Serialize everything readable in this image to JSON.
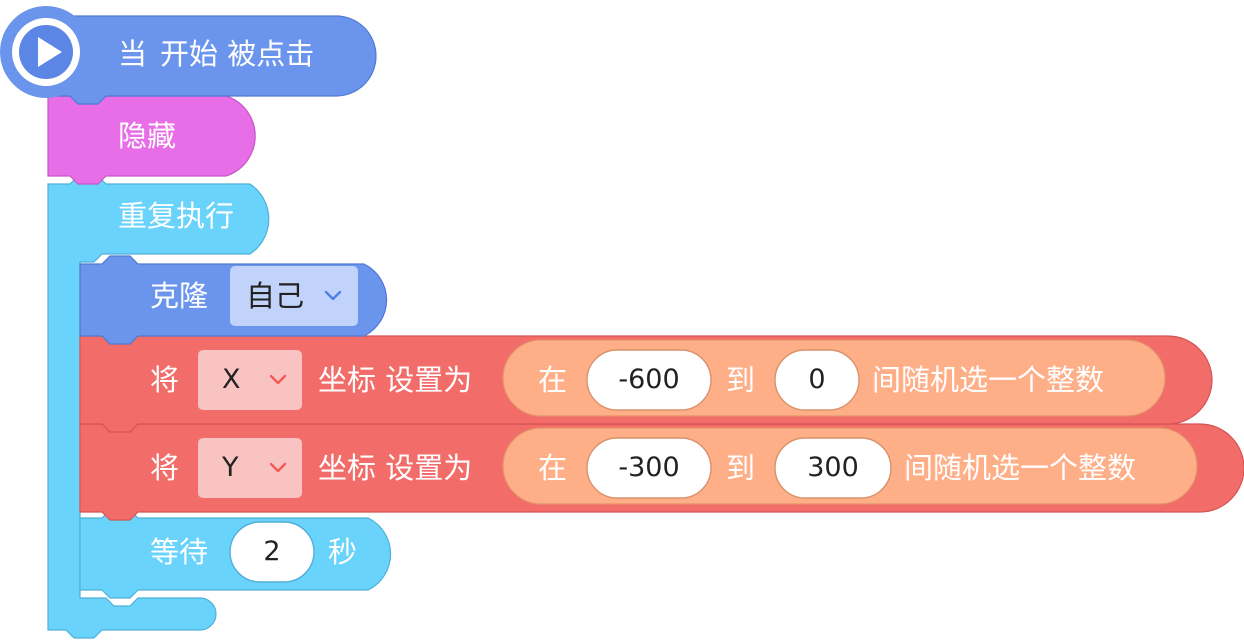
{
  "colors": {
    "event": "#6b95ec",
    "looks": "#e86ee8",
    "control": "#69d3fb",
    "control_dark": "#56b7dd",
    "motion": "#f26d6a",
    "random": "#ffaf87"
  },
  "icons": {
    "start_flag": "play-icon",
    "dropdown": "chevron-down-icon"
  },
  "hat_block": {
    "prefix": "当",
    "label": "开始 被点击"
  },
  "hide_block": {
    "label": "隐藏"
  },
  "forever_block": {
    "label": "重复执行"
  },
  "clone_block": {
    "label": "克隆",
    "target": "自己"
  },
  "set_x_block": {
    "verb": "将",
    "axis": "X",
    "label": "坐标 设置为",
    "random": {
      "prefix": "在",
      "from": "-600",
      "to_label": "到",
      "to": "0",
      "suffix": "间随机选一个整数"
    }
  },
  "set_y_block": {
    "verb": "将",
    "axis": "Y",
    "label": "坐标 设置为",
    "random": {
      "prefix": "在",
      "from": "-300",
      "to_label": "到",
      "to": "300",
      "suffix": "间随机选一个整数"
    }
  },
  "wait_block": {
    "label": "等待",
    "seconds": "2",
    "unit": "秒"
  }
}
